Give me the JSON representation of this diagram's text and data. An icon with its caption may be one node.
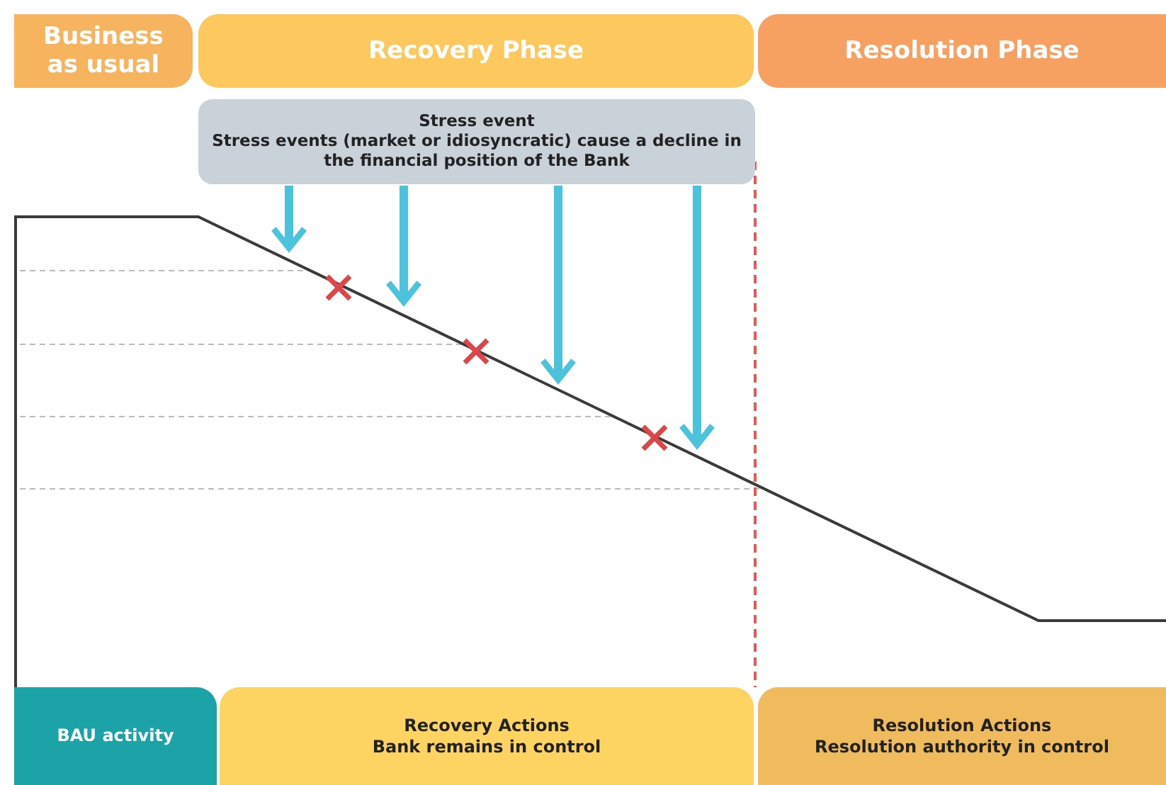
{
  "diagram": {
    "nodes": [
      {
        "text": [
          "Business as usual"
        ]
      },
      {
        "text": [
          "Recovery Phase"
        ]
      },
      {
        "text": [
          "Resolution Phase"
        ]
      },
      {
        "text": [
          "Stress event",
          "Stress events (market or idiosyncratic) cause a decline in the financial position of the Bank"
        ]
      },
      {
        "text": [
          "BAU activity"
        ]
      },
      {
        "text": [
          "Recovery Actions",
          "Bank remains in control"
        ]
      },
      {
        "text": [
          "Resolution Actions",
          "Resolution authority in control"
        ]
      }
    ],
    "edges": [
      {
        "from": 3,
        "to": null,
        "arrow": "to"
      },
      {
        "from": 3,
        "to": null,
        "arrow": "to"
      },
      {
        "from": 3,
        "to": null,
        "arrow": "to"
      },
      {
        "from": 3,
        "to": null,
        "arrow": "to"
      }
    ]
  }
}
